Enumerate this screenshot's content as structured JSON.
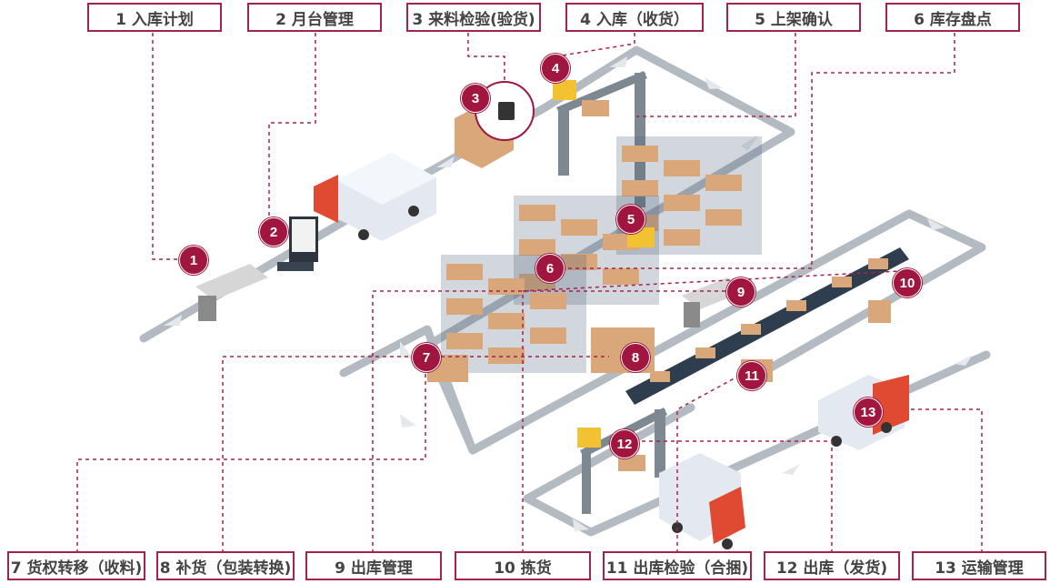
{
  "steps": [
    {
      "num": "1",
      "label": "1 入库计划"
    },
    {
      "num": "2",
      "label": "2 月台管理"
    },
    {
      "num": "3",
      "label": "3 来料检验(验货)"
    },
    {
      "num": "4",
      "label": "4 入库（收货）"
    },
    {
      "num": "5",
      "label": "5 上架确认"
    },
    {
      "num": "6",
      "label": "6 库存盘点"
    },
    {
      "num": "7",
      "label": "7 货权转移（收料)"
    },
    {
      "num": "8",
      "label": "8 补货（包装转换)"
    },
    {
      "num": "9",
      "label": "9 出库管理"
    },
    {
      "num": "10",
      "label": "10 拣货"
    },
    {
      "num": "11",
      "label": "11 出库检验（合捆)"
    },
    {
      "num": "12",
      "label": "12 出库（发货)"
    },
    {
      "num": "13",
      "label": "13 运输管理"
    }
  ],
  "colors": {
    "accent": "#a0163f",
    "border": "#a4234d",
    "path": "#b3bac2"
  }
}
